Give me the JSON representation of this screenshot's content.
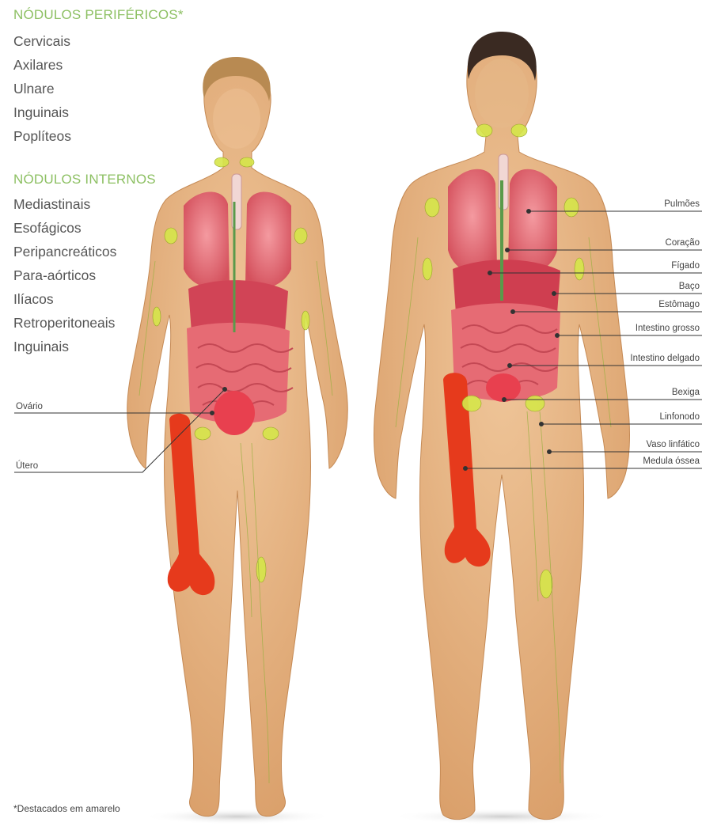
{
  "theme": {
    "heading_color": "#8dc063",
    "text_color": "#555555",
    "organ_color": "#e05a68",
    "bone_color": "#e83a1c",
    "node_color": "#d8e84a",
    "skin_color": "#e4b487"
  },
  "peripheral": {
    "heading": "NÓDULOS PERIFÉRICOS*",
    "items": [
      "Cervicais",
      "Axilares",
      "Ulnare",
      "Inguinais",
      "Poplíteos"
    ]
  },
  "internal": {
    "heading": "NÓDULOS INTERNOS",
    "items": [
      "Mediastinais",
      "Esofágicos",
      "Peripancreáticos",
      "Para-aórticos",
      "Ilíacos",
      "Retroperitoneais",
      "Inguinais"
    ]
  },
  "female_labels": [
    "Ovário",
    "Útero"
  ],
  "male_labels": [
    "Pulmões",
    "Coração",
    "Fígado",
    "Baço",
    "Estômago",
    "Intestino grosso",
    "Intestino delgado",
    "Bexiga",
    "Linfonodo",
    "Vaso linfático",
    "Medula óssea"
  ],
  "footnote": "*Destacados em amarelo"
}
